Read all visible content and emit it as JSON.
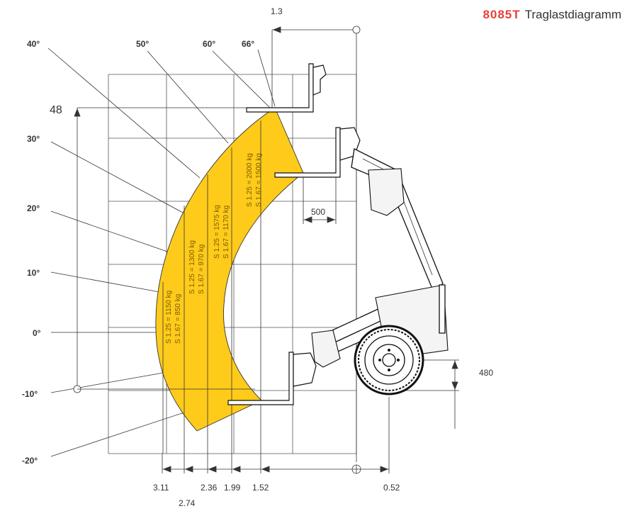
{
  "header": {
    "model": "8085T",
    "title": "Traglastdiagramm"
  },
  "angles": [
    "40°",
    "50°",
    "60°",
    "66°",
    "30°",
    "20°",
    "10°",
    "0°",
    "-10°",
    "-20°"
  ],
  "dimensions": {
    "top_reach": "1.3",
    "max_height": "48",
    "fork_length": "500",
    "axle_height": "480",
    "ground_ticks": [
      "3.11",
      "2.74",
      "2.36",
      "1.99",
      "1.52",
      "0.52"
    ]
  },
  "load_zones": [
    {
      "line1": "S 1.25 = 1150 kg",
      "line2": "S 1.67 = 850 kg"
    },
    {
      "line1": "S 1.25 = 1300 kg",
      "line2": "S 1.67 = 970 kg"
    },
    {
      "line1": "S 1.25 = 1575 kg",
      "line2": "S 1.67 = 1170 kg"
    },
    {
      "line1": "S 1.25 = 2000 kg",
      "line2": "S 1.67 = 1500 kg"
    }
  ],
  "colors": {
    "load_area": "#fecb1a",
    "brand": "#e8403a",
    "lines": "#333333"
  }
}
